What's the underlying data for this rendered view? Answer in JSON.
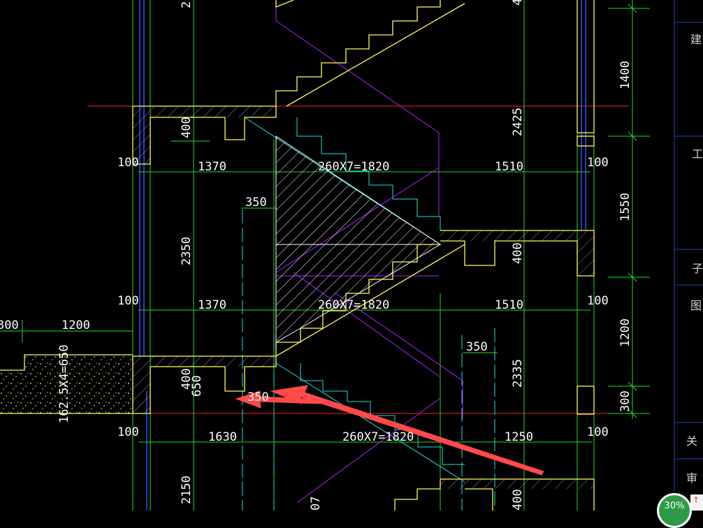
{
  "colors": {
    "background": "#000000",
    "yellow": "#ffff55",
    "green": "#22dd22",
    "cyan": "#22e0e0",
    "magenta": "#b020ff",
    "red": "#ff2020",
    "white": "#ffffff",
    "blue": "#3050ff",
    "arrow": "#ff4a4a",
    "sidebar_line": "#1a2a80"
  },
  "dimensions": {
    "top_cut": "2",
    "top_right_cut": "4",
    "h_1370_a": "1370",
    "h_1820_a": "260X7=1820",
    "h_1510_a": "1510",
    "h_100_left_a": "100",
    "h_100_right_a": "100",
    "h_350_a": "350",
    "h_1370_b": "1370",
    "h_1820_b": "260X7=1820",
    "h_1510_b": "1510",
    "h_100_left_b": "100",
    "h_100_right_b": "100",
    "h_300_left": "300",
    "h_1200": "1200",
    "h_350_b": "350",
    "h_350_c": "350",
    "h_100_left_c": "100",
    "h_1630": "1630",
    "h_1820_c": "260X7=1820",
    "h_1250": "1250",
    "h_100_right_c": "100",
    "v_400_a": "400",
    "v_2350": "2350",
    "v_400_b": "400",
    "v_650": "650",
    "v_162": "162.5X4=650",
    "v_2150": "2150",
    "v_07": "07",
    "v_2425": "2425",
    "v_400_c": "400",
    "v_2335": "2335",
    "v_400_d": "400",
    "v_1400": "1400",
    "v_1550": "1550",
    "v_1200": "1200",
    "v_300": "300"
  },
  "sidebar": {
    "char_1": "建",
    "char_2": "工",
    "char_3": "子",
    "char_4": "图",
    "char_5": "关",
    "char_6": "审"
  },
  "zoom": {
    "label": "30%"
  },
  "upload": {
    "label": "↑"
  }
}
